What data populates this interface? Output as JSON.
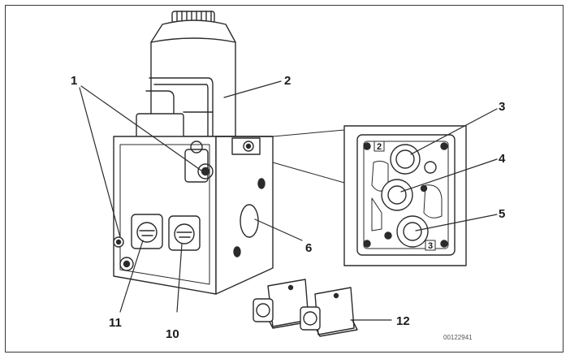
{
  "callouts": [
    "1",
    "2",
    "3",
    "4",
    "5",
    "6",
    "10",
    "11",
    "12"
  ],
  "ports": [
    "2",
    "3"
  ],
  "drawing_code": "00122941"
}
